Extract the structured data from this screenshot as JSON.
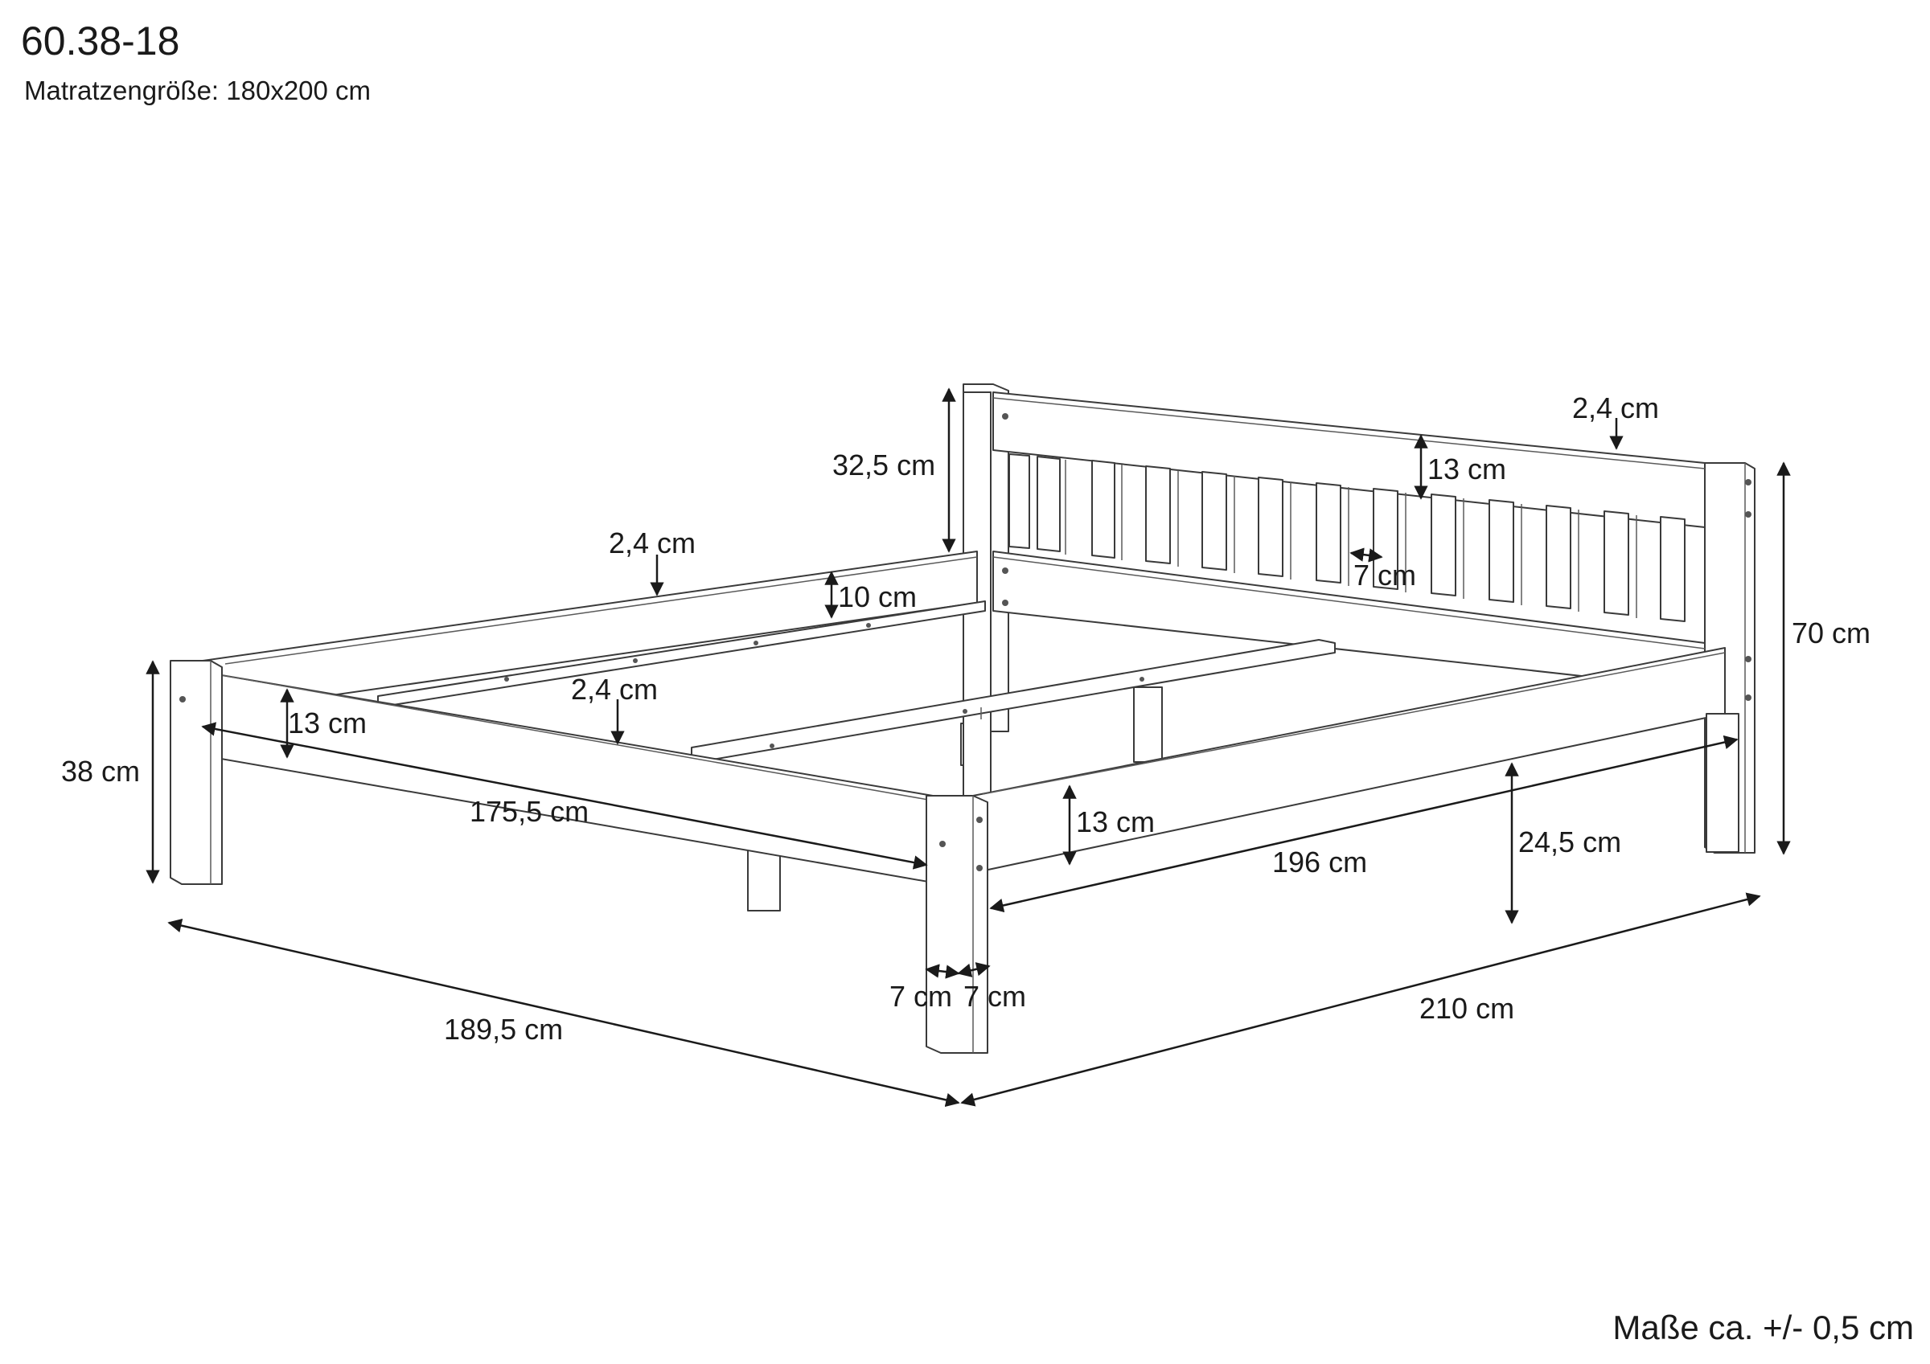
{
  "header": {
    "model": "60.38-18",
    "mattress": "Matratzengröße: 180x200 cm"
  },
  "footer": {
    "tolerance": "Maße ca. +/- 0,5 cm"
  },
  "dimensions": {
    "headboard_above_rail": "32,5 cm",
    "headboard_top_thickness": "2,4 cm",
    "headboard_panel_height": "13 cm",
    "slat_width": "7 cm",
    "head_post_height": "70 cm",
    "side_rail_thickness": "2,4 cm",
    "side_rail_height": "10 cm",
    "center_beam_thickness": "2,4 cm",
    "foot_rail_height": "13 cm",
    "inner_width": "175,5 cm",
    "foot_post_height": "38 cm",
    "right_rail_height": "13 cm",
    "inner_length": "196 cm",
    "floor_clearance": "24,5 cm",
    "post_width_a": "7 cm",
    "post_width_b": "7 cm",
    "outer_width": "189,5 cm",
    "outer_length": "210 cm"
  }
}
